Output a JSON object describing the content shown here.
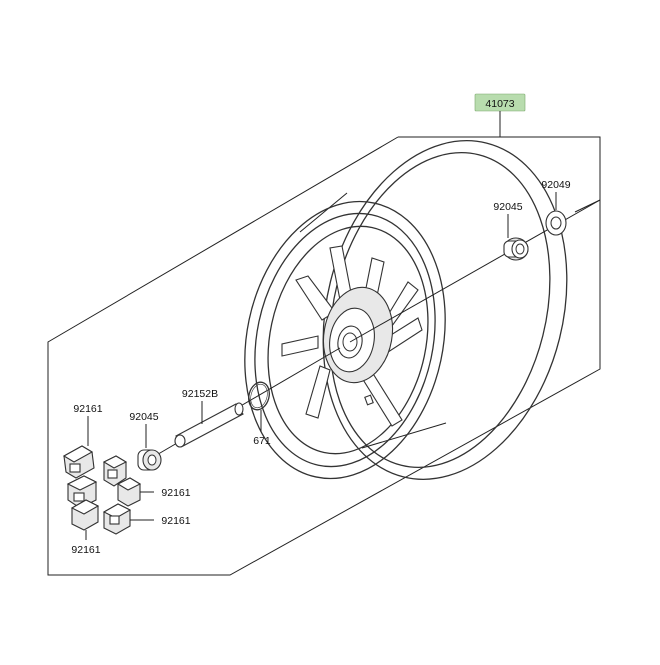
{
  "diagram": {
    "assembly_part": "41073",
    "assembly_highlight": "#b8dcae",
    "parts": {
      "seal_right": "92049",
      "bearing_right": "92045",
      "collar": "92152B",
      "o_ring": "671",
      "bearing_left": "92045",
      "damper_top": "92161",
      "damper_mid": "92161",
      "damper_low": "92161",
      "damper_bottom": "92161"
    },
    "icons": {
      "wheel": "rear-wheel-icon",
      "seal": "oil-seal-icon",
      "bearing": "ball-bearing-icon",
      "collar": "collar-sleeve-icon",
      "oring": "o-ring-icon",
      "damper": "rubber-damper-icon"
    }
  }
}
